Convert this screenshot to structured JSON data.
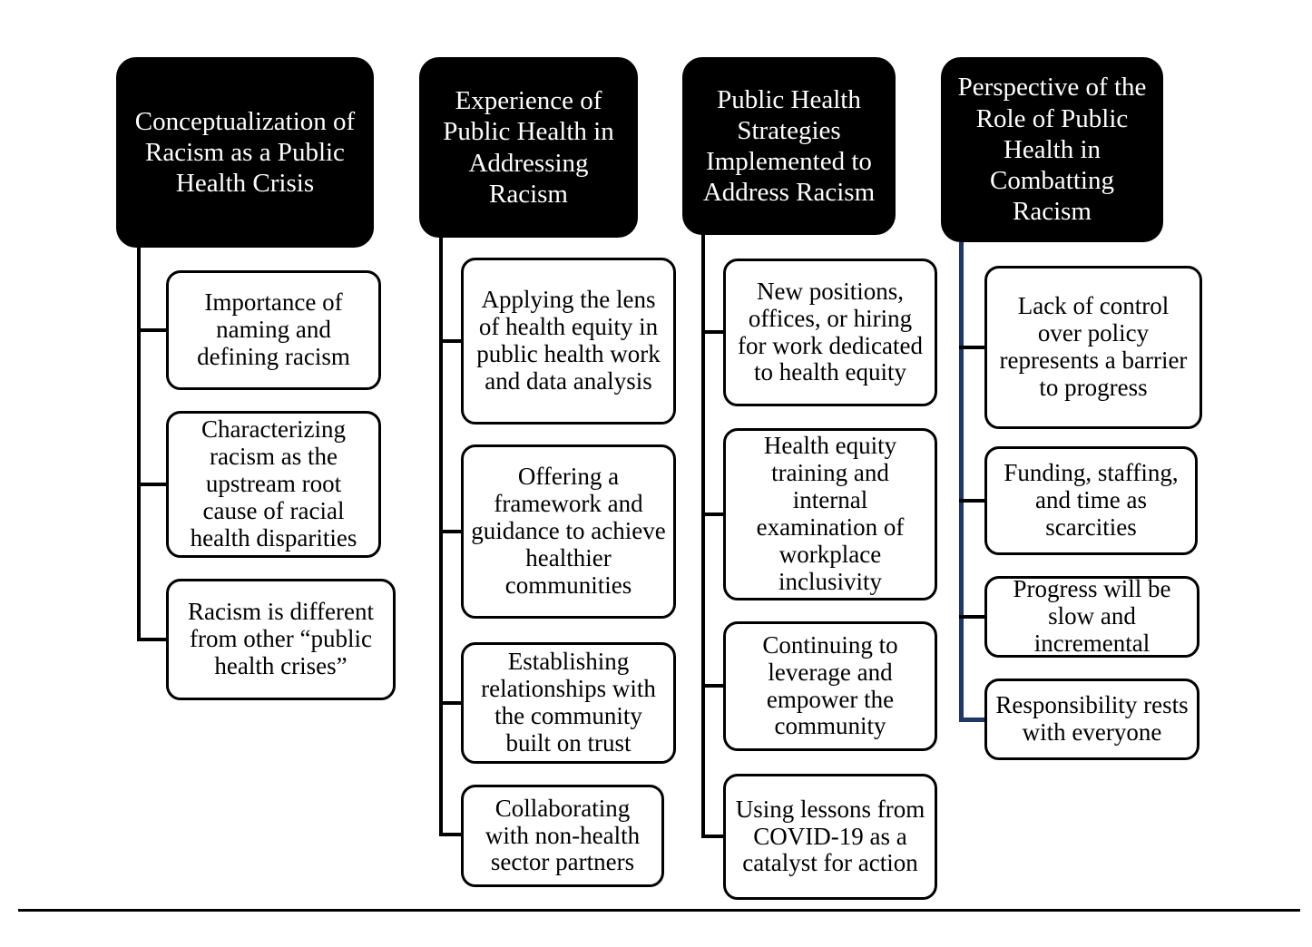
{
  "diagram": {
    "columns": [
      {
        "header": "Conceptualization of Racism as a Public Health Crisis",
        "children": [
          "Importance of naming and defining racism",
          "Characterizing racism as the upstream root cause of racial health disparities",
          "Racism is different from other “public health crises”"
        ]
      },
      {
        "header": "Experience of Public Health in Addressing Racism",
        "children": [
          "Applying the lens of health equity in public health work and data analysis",
          "Offering a framework and guidance to achieve healthier communities",
          "Establishing relationships with the community built on trust",
          "Collaborating with non-health sector partners"
        ]
      },
      {
        "header": "Public Health Strategies Implemented to Address Racism",
        "children": [
          "New positions, offices, or hiring for work dedicated to health equity",
          "Health equity training and internal examination of workplace inclusivity",
          "Continuing to leverage and empower the community",
          "Using lessons from COVID-19 as a catalyst for action"
        ]
      },
      {
        "header": "Perspective of the Role of Public Health in Combatting Racism",
        "children": [
          "Lack of control over policy represents a barrier to progress",
          "Funding, staffing, and time as scarcities",
          "Progress will be slow and incremental",
          "Responsibility rests with everyone"
        ]
      }
    ],
    "colors": {
      "header_bg": "#000000",
      "header_text": "#ffffff",
      "box_bg": "#ffffff",
      "box_border": "#000000",
      "connector": "#000000",
      "connector_accent": "#1f3864"
    }
  }
}
